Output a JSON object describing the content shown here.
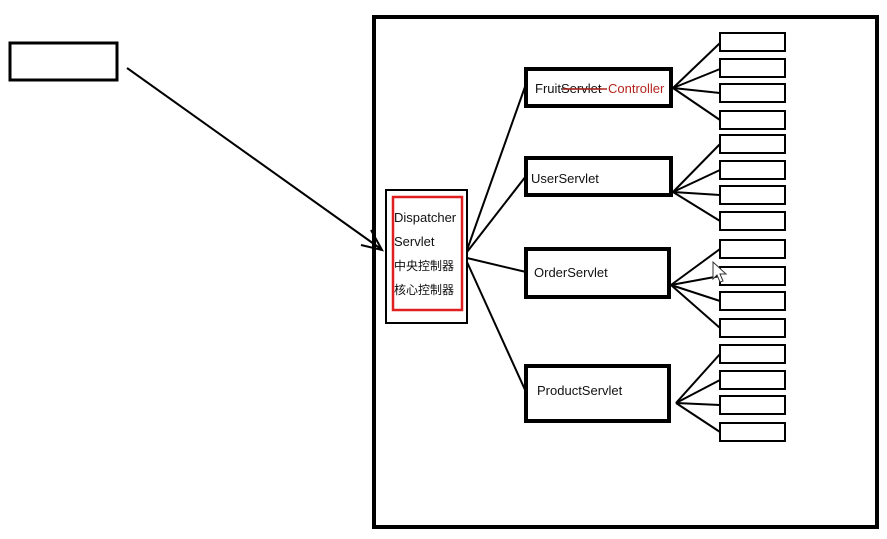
{
  "dispatcher": {
    "line1": "Dispatcher",
    "line2": "Servlet",
    "line3": "中央控制器",
    "line4": "核心控制器"
  },
  "servlets": {
    "fruit_prefix": "Fruit",
    "fruit_struck": "Servlet",
    "fruit_note": "Controller",
    "user": "UserServlet",
    "order": "OrderServlet",
    "product": "ProductServlet"
  },
  "colors": {
    "line": "#000000",
    "highlight": "#e02020",
    "note_text": "#b3261e"
  },
  "icons": {
    "cursor": "mouse-pointer-icon"
  }
}
